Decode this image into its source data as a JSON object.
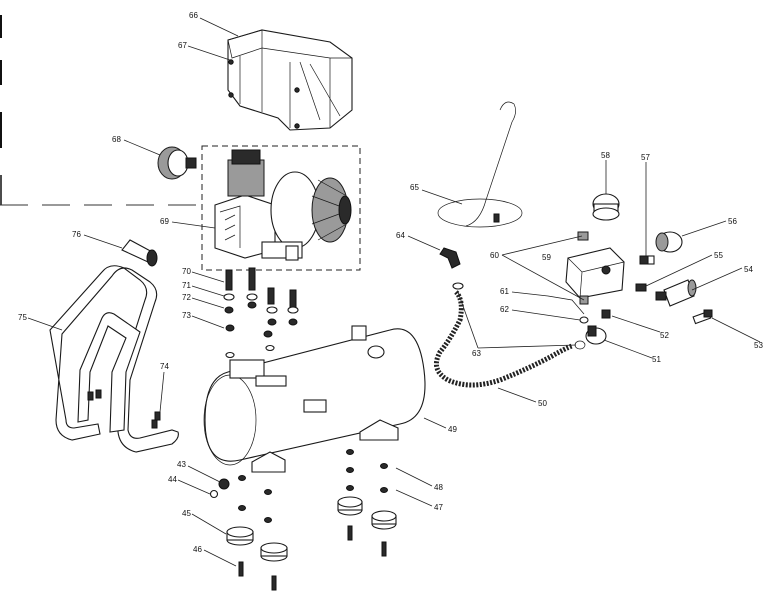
{
  "diagram": {
    "callouts": [
      {
        "id": "c66",
        "text": "66"
      },
      {
        "id": "c67",
        "text": "67"
      },
      {
        "id": "c68",
        "text": "68"
      },
      {
        "id": "c69",
        "text": "69"
      },
      {
        "id": "c76",
        "text": "76"
      },
      {
        "id": "c70",
        "text": "70"
      },
      {
        "id": "c71",
        "text": "71"
      },
      {
        "id": "c72",
        "text": "72"
      },
      {
        "id": "c73",
        "text": "73"
      },
      {
        "id": "c75",
        "text": "75"
      },
      {
        "id": "c74",
        "text": "74"
      },
      {
        "id": "c43",
        "text": "43"
      },
      {
        "id": "c44",
        "text": "44"
      },
      {
        "id": "c45",
        "text": "45"
      },
      {
        "id": "c46",
        "text": "46"
      },
      {
        "id": "c49",
        "text": "49"
      },
      {
        "id": "c48",
        "text": "48"
      },
      {
        "id": "c47",
        "text": "47"
      },
      {
        "id": "c65",
        "text": "65"
      },
      {
        "id": "c64",
        "text": "64"
      },
      {
        "id": "c60",
        "text": "60"
      },
      {
        "id": "c61",
        "text": "61"
      },
      {
        "id": "c62",
        "text": "62"
      },
      {
        "id": "c63",
        "text": "63"
      },
      {
        "id": "c50",
        "text": "50"
      },
      {
        "id": "c58",
        "text": "58"
      },
      {
        "id": "c59",
        "text": "59"
      },
      {
        "id": "c57",
        "text": "57"
      },
      {
        "id": "c56",
        "text": "56"
      },
      {
        "id": "c55",
        "text": "55"
      },
      {
        "id": "c54",
        "text": "54"
      },
      {
        "id": "c53",
        "text": "53"
      },
      {
        "id": "c52",
        "text": "52"
      },
      {
        "id": "c51",
        "text": "51"
      }
    ]
  }
}
